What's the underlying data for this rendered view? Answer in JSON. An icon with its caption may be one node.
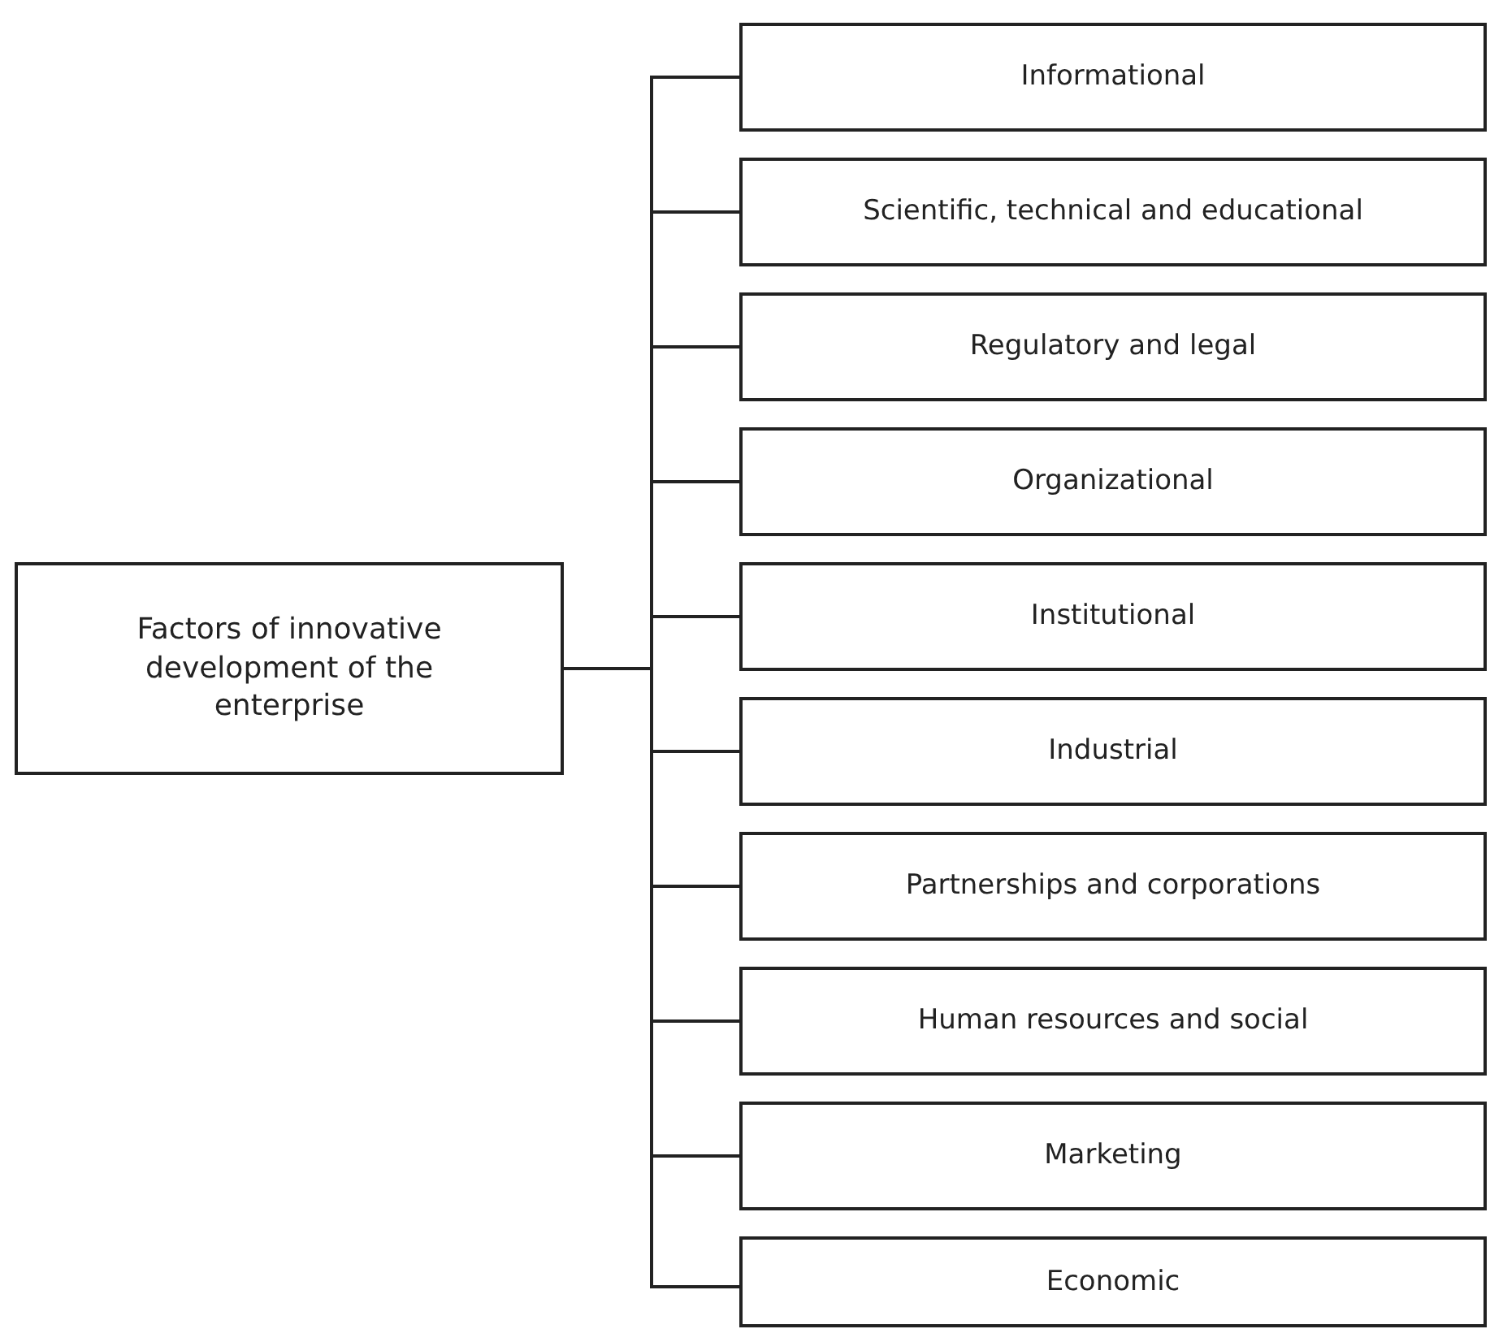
{
  "diagram": {
    "nodes": [
      {
        "text": [
          "Factors of innovative development of the enterprise"
        ]
      },
      {
        "text": [
          "Informational"
        ]
      },
      {
        "text": [
          "Scientific, technical and educational"
        ]
      },
      {
        "text": [
          "Regulatory and legal"
        ]
      },
      {
        "text": [
          "Organizational"
        ]
      },
      {
        "text": [
          "Institutional"
        ]
      },
      {
        "text": [
          "Industrial"
        ]
      },
      {
        "text": [
          "Partnerships and corporations"
        ]
      },
      {
        "text": [
          "Human resources and social"
        ]
      },
      {
        "text": [
          "Marketing"
        ]
      },
      {
        "text": [
          "Economic"
        ]
      }
    ],
    "edges": [
      {
        "from": 0,
        "to": 1,
        "arrow": "none"
      },
      {
        "from": 0,
        "to": 2,
        "arrow": "none"
      },
      {
        "from": 0,
        "to": 3,
        "arrow": "none"
      },
      {
        "from": 0,
        "to": 4,
        "arrow": "none"
      },
      {
        "from": 0,
        "to": 5,
        "arrow": "none"
      },
      {
        "from": 0,
        "to": 6,
        "arrow": "none"
      },
      {
        "from": 0,
        "to": 7,
        "arrow": "none"
      },
      {
        "from": 0,
        "to": 8,
        "arrow": "none"
      },
      {
        "from": 0,
        "to": 9,
        "arrow": "none"
      },
      {
        "from": 0,
        "to": 10,
        "arrow": "none"
      }
    ]
  }
}
